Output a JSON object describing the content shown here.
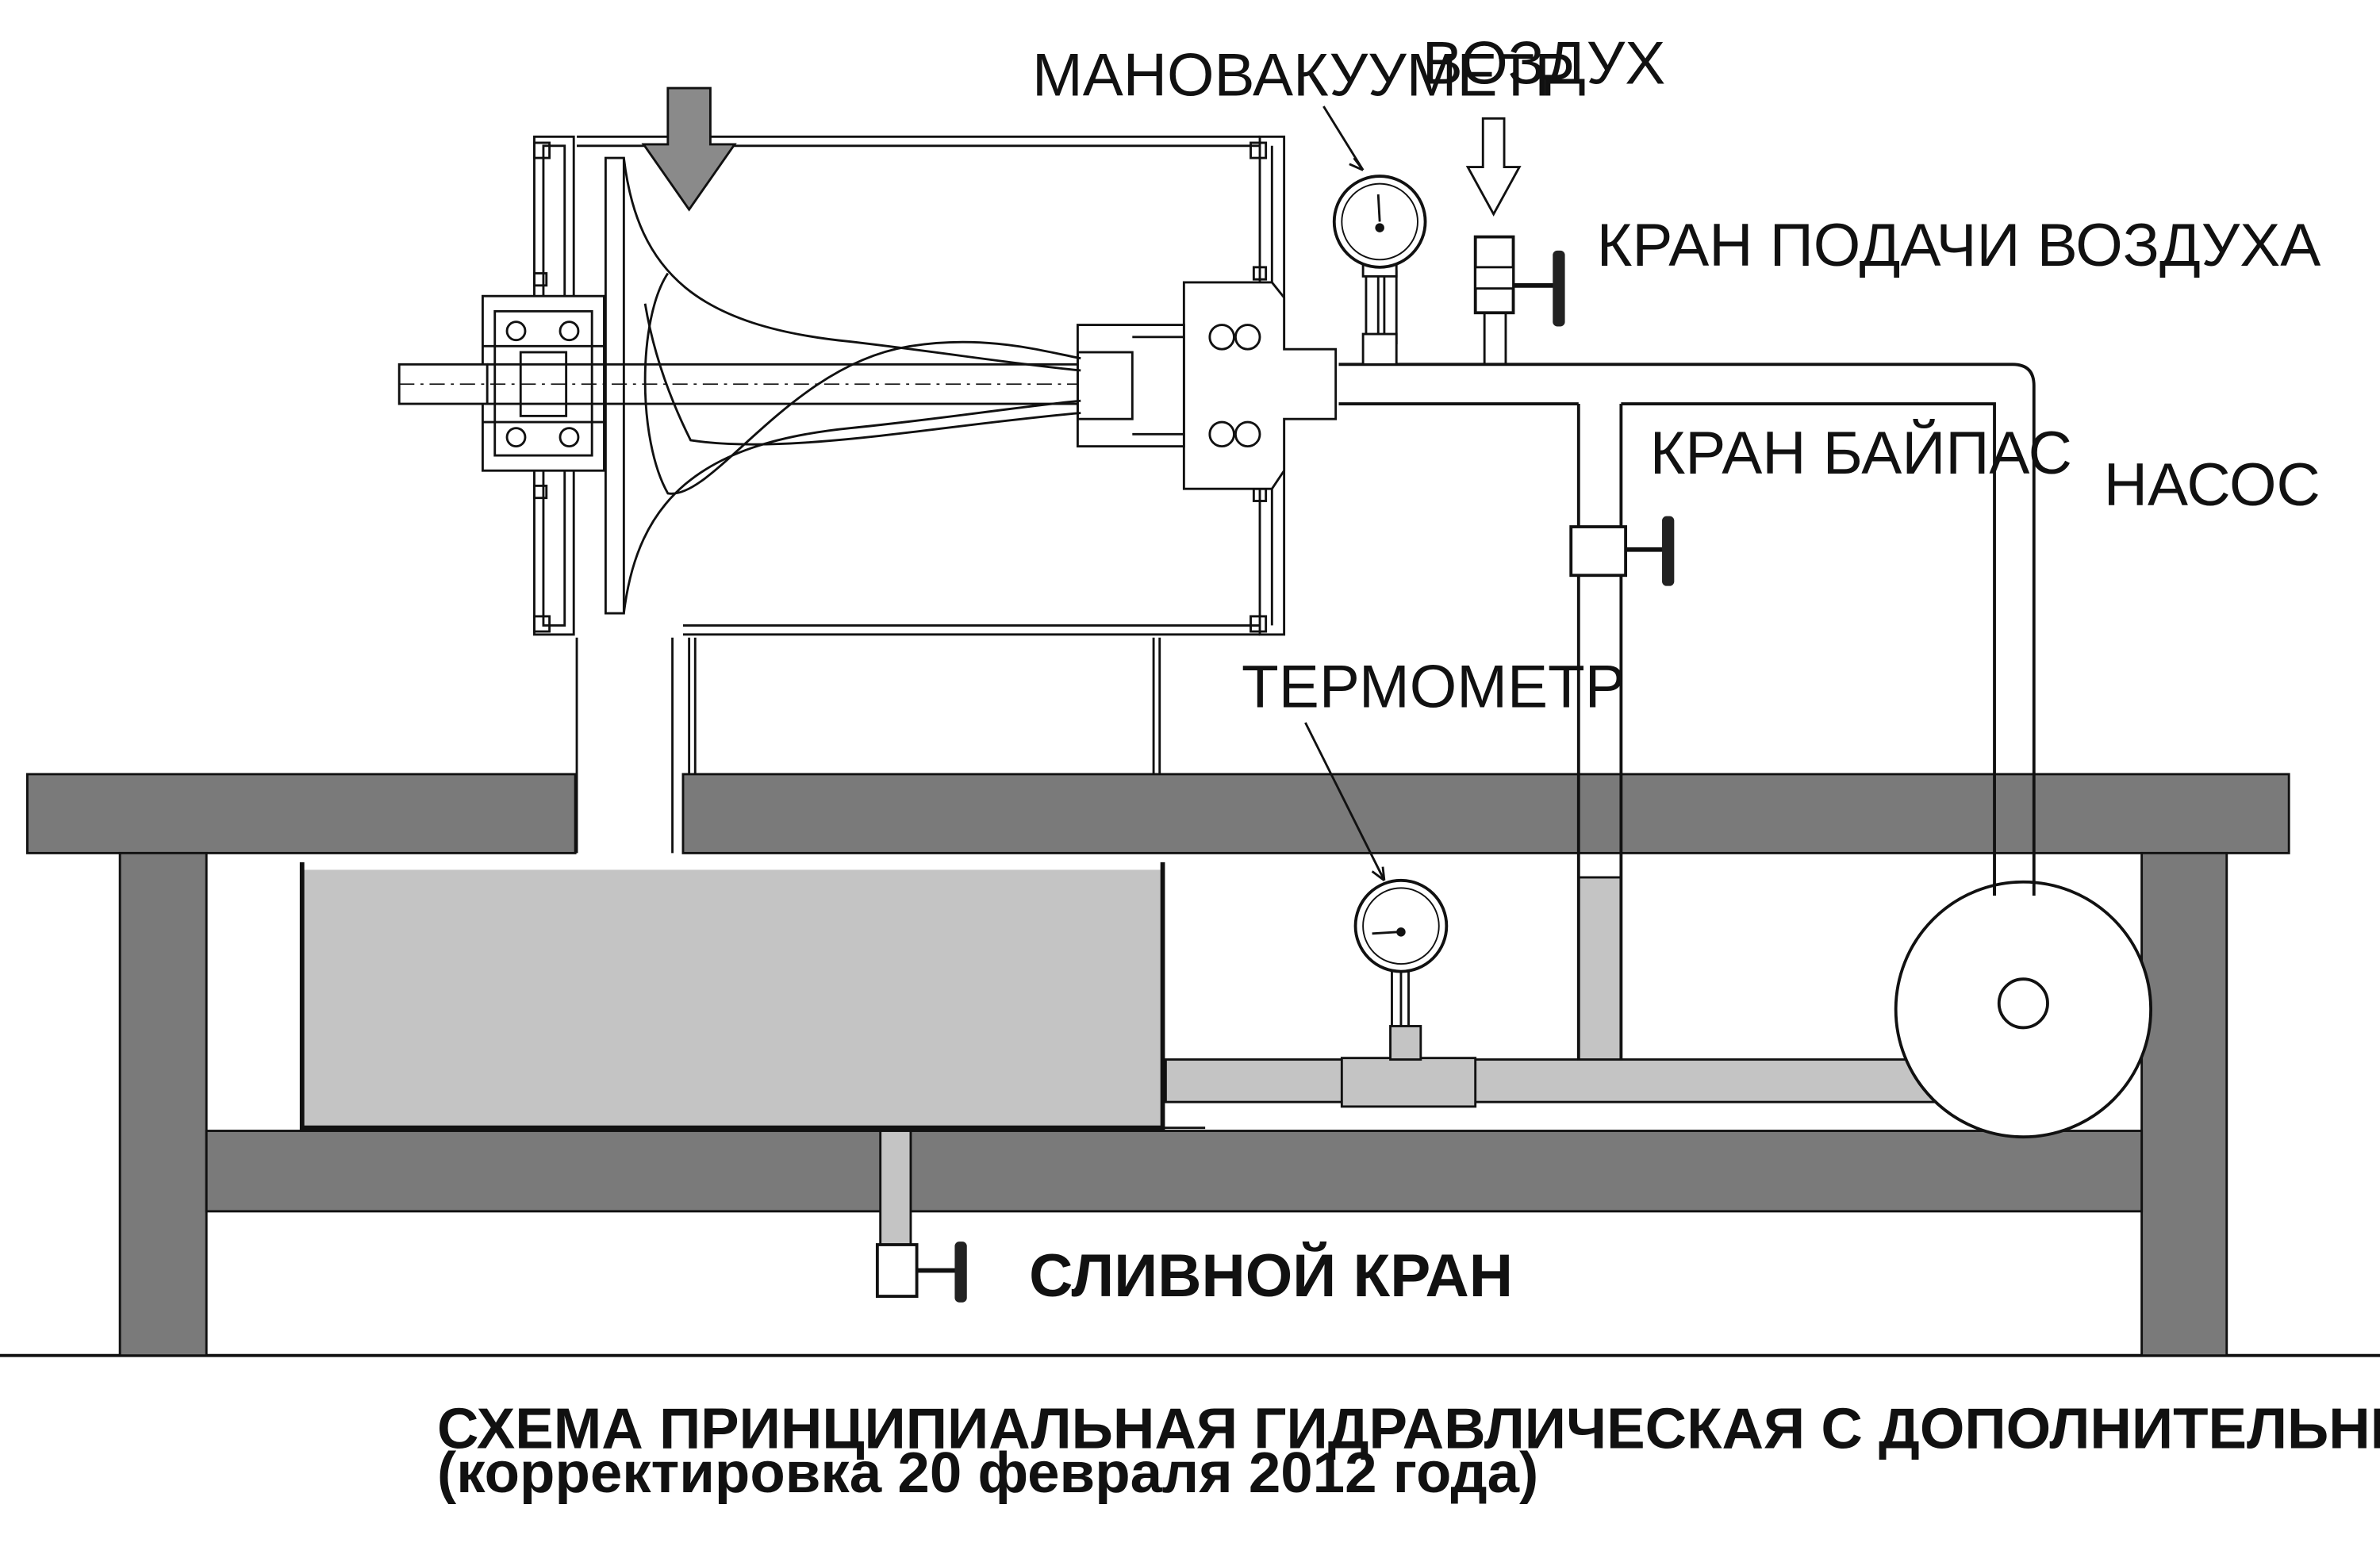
{
  "labels": {
    "manovacuummeter": "МАНОВАКУУМЕТР",
    "air": "ВОЗДУХ",
    "air_valve": "КРАН ПОДАЧИ ВОЗДУХА",
    "bypass_valve": "КРАН БАЙПАС",
    "pump": "НАСОС",
    "thermometer": "ТЕРМОМЕТР",
    "drain_valve": "СЛИВНОЙ КРАН"
  },
  "caption": {
    "line1": "СХЕМА ПРИНЦИПИАЛЬНАЯ ГИДРАВЛИЧЕСКАЯ С ДОПОЛНИТЕЛЬНЫМ КАРТЕРОМ",
    "line2": "(корректировка 20 февраля 2012 года)"
  },
  "colors": {
    "frame": "#7a7a7a",
    "fluid": "#c4c4c4",
    "line": "#111111"
  }
}
